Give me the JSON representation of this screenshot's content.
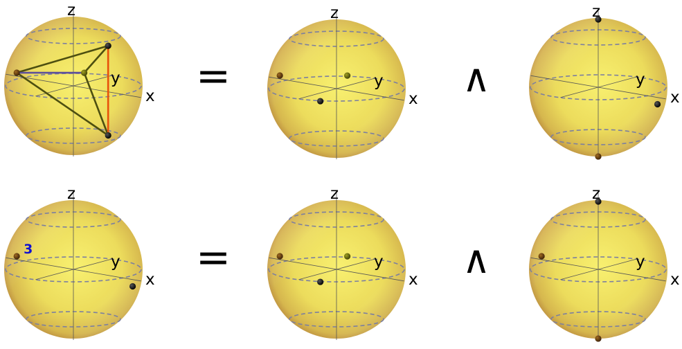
{
  "axes": {
    "x": "x",
    "y": "y",
    "z": "z"
  },
  "operators": {
    "equals": "=",
    "wedge": "∧"
  },
  "colors": {
    "sphere_light": "#f6ee70",
    "sphere_mid": "#e8d758",
    "sphere_dark": "#c9a048",
    "sphere_edge": "#b07d3a",
    "dash": "#7c7fa0",
    "axis": "#555555",
    "edge_dark": "#4d4f10",
    "edge_purple": "#5c4f9a",
    "edge_orange": "#e8520a",
    "point_dark": "#000000",
    "point_brown": "#5e3a10",
    "point_olive": "#6b6a10",
    "multiplicity": "#1010d0"
  },
  "rows": [
    {
      "name": "row-1",
      "spheres": [
        {
          "name": "polyhedron",
          "points": [
            "-x",
            "+x+z",
            "+x-z",
            "+y"
          ],
          "edges": true,
          "multiplicity": ""
        },
        {
          "name": "equator-triple",
          "points": [
            "-x",
            "+y",
            "-y"
          ],
          "edges": false,
          "multiplicity": ""
        },
        {
          "name": "poles-pair",
          "points": [
            "+z",
            "-z",
            "+x"
          ],
          "edges": false,
          "multiplicity": ""
        }
      ]
    },
    {
      "name": "row-2",
      "spheres": [
        {
          "name": "x-axis-pair",
          "points": [
            "-x",
            "+x"
          ],
          "edges": false,
          "multiplicity": "3"
        },
        {
          "name": "equator-triple",
          "points": [
            "-x",
            "+y",
            "-y"
          ],
          "edges": false,
          "multiplicity": ""
        },
        {
          "name": "poles-triple",
          "points": [
            "+z",
            "-z",
            "-x"
          ],
          "edges": false,
          "multiplicity": ""
        }
      ]
    }
  ]
}
